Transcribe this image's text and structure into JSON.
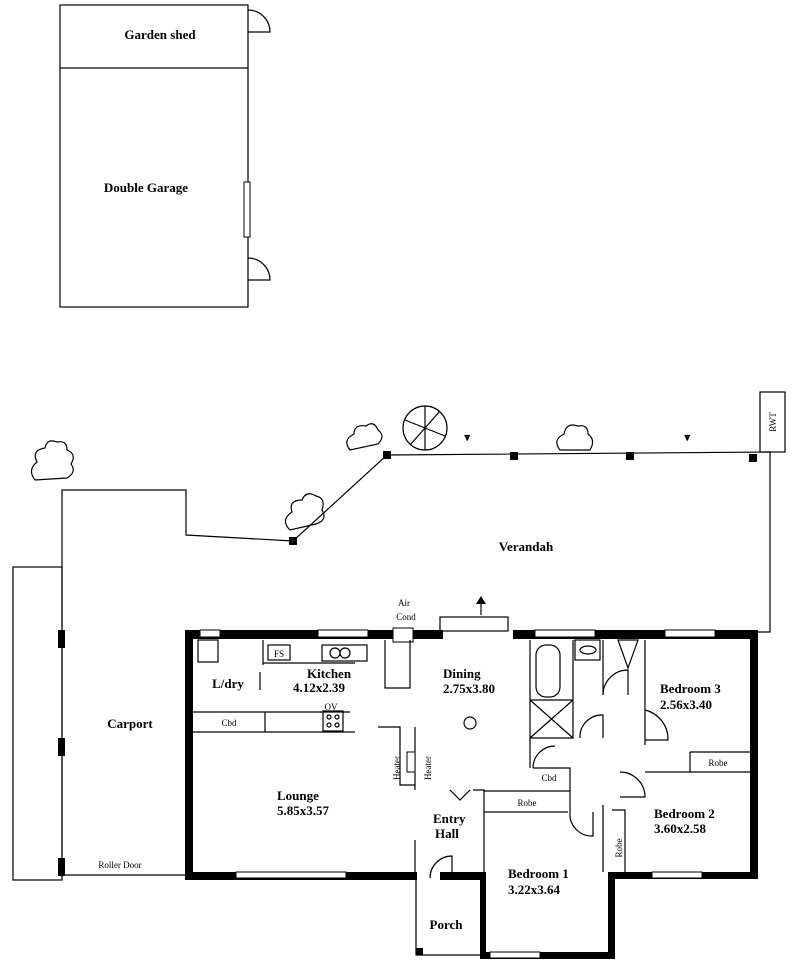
{
  "outbuildings": {
    "garden_shed": "Garden shed",
    "double_garage": "Double Garage"
  },
  "outdoor": {
    "verandah": "Verandah",
    "carport": "Carport",
    "roller_door": "Roller Door",
    "rwt": "RWT",
    "air_cond": [
      "Air",
      "Cond"
    ]
  },
  "rooms": {
    "ldry": "L/dry",
    "fs": "FS",
    "kitchen": {
      "name": "Kitchen",
      "size": "4.12x2.39"
    },
    "dining": {
      "name": "Dining",
      "size": "2.75x3.80"
    },
    "lounge": {
      "name": "Lounge",
      "size": "5.85x3.57"
    },
    "entry_hall": [
      "Entry",
      "Hall"
    ],
    "porch": "Porch",
    "bedroom1": {
      "name": "Bedroom 1",
      "size": "3.22x3.64"
    },
    "bedroom2": {
      "name": "Bedroom 2",
      "size": "3.60x2.58"
    },
    "bedroom3": {
      "name": "Bedroom 3",
      "size": "2.56x3.40"
    }
  },
  "fixtures": {
    "cbd": "Cbd",
    "robe": "Robe",
    "heater": "Heater",
    "ov": "OV"
  }
}
